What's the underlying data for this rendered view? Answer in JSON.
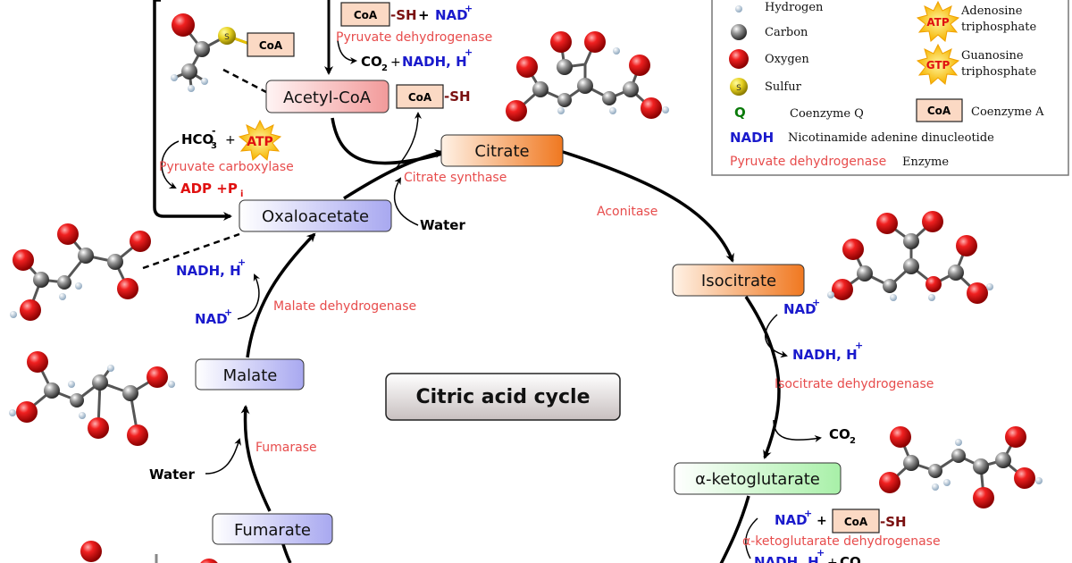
{
  "title": "Citric acid cycle",
  "metabolites": {
    "acetyl_coa": "Acetyl-CoA",
    "citrate": "Citrate",
    "isocitrate": "Isocitrate",
    "alpha_kg": "α-ketoglutarate",
    "oxaloacetate": "Oxaloacetate",
    "malate": "Malate",
    "fumarate": "Fumarate"
  },
  "enzymes": {
    "pyruvate_dh": "Pyruvate dehydrogenase",
    "pyruvate_carboxylase": "Pyruvate carboxylase",
    "citrate_synthase": "Citrate synthase",
    "aconitase": "Aconitase",
    "isocitrate_dh": "Isocitrate dehydrogenase",
    "akg_dh": "α-ketoglutarate dehydrogenase",
    "malate_dh": "Malate dehydrogenase",
    "fumarase": "Fumarase"
  },
  "cofactors": {
    "coa": "CoA",
    "sh": "-SH",
    "plus": "+",
    "nad": "NAD",
    "nadh": "NADH, H",
    "sup_plus": "+",
    "co": "CO",
    "sub_2": "2",
    "sub_3": "3",
    "sup_minus": "-",
    "hco": "HCO",
    "atp": "ATP",
    "adp": "ADP +P",
    "sub_i": "i",
    "water": "Water",
    "s": "S"
  },
  "legend": {
    "hydrogen": "Hydrogen",
    "carbon": "Carbon",
    "oxygen": "Oxygen",
    "sulfur": "Sulfur",
    "atp_line1": "Adenosine",
    "atp_line2": "triphosphate",
    "gtp_line1": "Guanosine",
    "gtp_line2": "triphosphate",
    "q_symbol": "Q",
    "q_label": "Coenzyme Q",
    "coa_label": "Coenzyme A",
    "nadh_symbol": "NADH",
    "nadh_label": "Nicotinamide adenine dinucleotide",
    "enzyme_example": "Pyruvate dehydrogenase",
    "enzyme_label": "Enzyme",
    "atp": "ATP",
    "gtp": "GTP",
    "coa": "CoA",
    "sulfur_symbol": "S"
  },
  "colors": {
    "oxygen": "#e01818",
    "carbon": "#7a7a7a",
    "hydrogen": "#cfd8e0",
    "sulfur": "#e6d020",
    "enzyme_text": "#e74c4c",
    "nadh_blue": "#1a1acc",
    "sh_dark_red": "#7a1010",
    "citrate_box": "#f07820",
    "acetylcoa_box": "#f29a9a",
    "oxaloacetate_box": "#a8a8f0",
    "alpha_kg_box": "#a8f0a8",
    "coa_box": "#fbd9c4"
  }
}
